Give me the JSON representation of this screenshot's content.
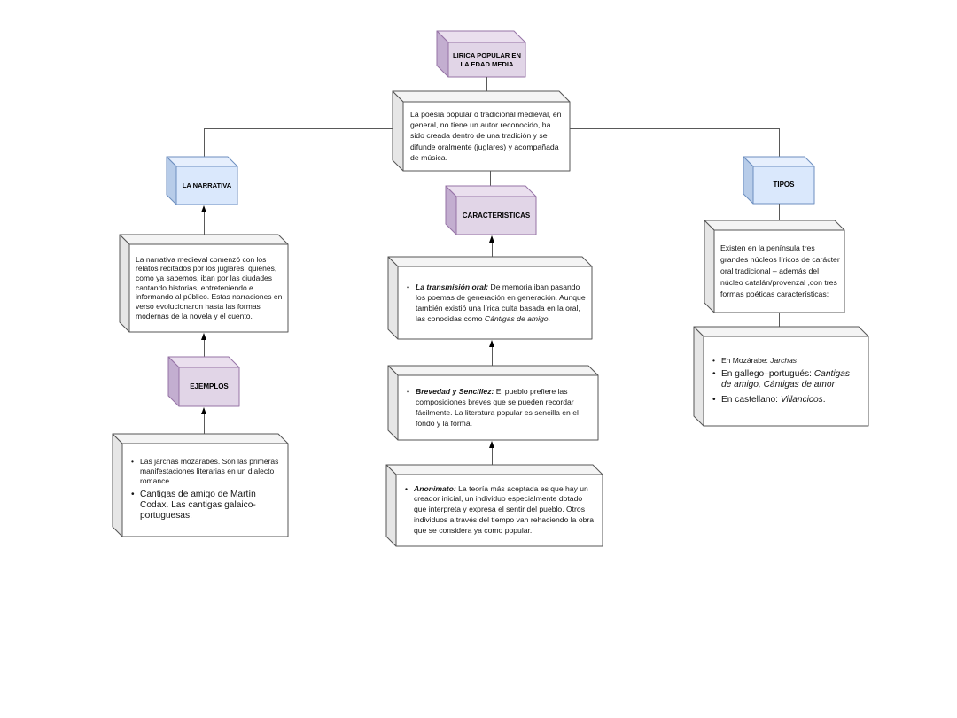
{
  "colors": {
    "purple_front": "#e1d5e7",
    "purple_top": "#eadfee",
    "purple_side": "#c3aed0",
    "purple_stroke": "#9673a6",
    "blue_front": "#dae8fc",
    "blue_top": "#e6effd",
    "blue_side": "#b7cce9",
    "blue_stroke": "#6c8ebf",
    "white_front": "#ffffff",
    "white_top": "#f4f4f4",
    "white_side": "#e6e6e6",
    "white_stroke": "#555555",
    "line": "#595959"
  },
  "diagram": {
    "root": {
      "label": "LIRICA POPULAR EN LA EDAD MEDIA"
    },
    "intro": {
      "text": "La poesía popular o tradicional medieval, en general, no tiene un autor reconocido, ha sido creada dentro de una tradición y se difunde oralmente (juglares) y acompañada de música."
    },
    "narrativa": {
      "label": "LA NARRATIVA",
      "desc": "La narrativa medieval comenzó con los relatos recitados por los juglares, quienes, como ya sabemos, iban por las ciudades cantando historias, entreteniendo e informando al público. Estas narraciones en verso evolucionaron hasta las formas modernas de la novela y el cuento.",
      "ejemplos_label": "EJEMPLOS",
      "examples": [
        "Las jarchas mozárabes. Son las primeras manifestaciones literarias en un dialecto romance.",
        "Cantigas de amigo de Martín Codax. Las cantigas galaico-portuguesas."
      ]
    },
    "caracteristicas": {
      "label": "CARACTERISTICAS",
      "transmision": {
        "lead": "La transmisión oral:",
        "body": " De memoria iban pasando los poemas de generación en generación. Aunque también  existió una lírica culta basada en la oral, las conocidas como ",
        "italic": "Cántigas de amigo",
        "tail": "."
      },
      "brevedad": {
        "lead": "Brevedad y Sencillez:",
        "body": " El pueblo prefiere las composiciones breves que se pueden recordar fácilmente. La literatura popular es sencilla en el fondo y la forma."
      },
      "anonimato": {
        "lead": "Anonimato:",
        "body": " La teoría más aceptada es que hay un creador inicial, un individuo especialmente dotado que interpreta y expresa el sentir del pueblo. Otros individuos a través del tiempo van rehaciendo la obra que se considera ya como popular."
      }
    },
    "tipos": {
      "label": "TIPOS",
      "intro": "Existen en la península tres grandes núcleos líricos de carácter oral tradicional – además del núcleo catalán/provenzal ,con tres formas poéticas características:",
      "list": [
        {
          "label": "En Mozárabe:",
          "italic": " Jarchas",
          "tail": ""
        },
        {
          "label": "En gallego–portugués:",
          "italic": " Cantigas de amigo, Cántigas de amor",
          "tail": ""
        },
        {
          "label": "En castellano:",
          "italic": " Villancicos",
          "tail": "."
        }
      ]
    }
  }
}
